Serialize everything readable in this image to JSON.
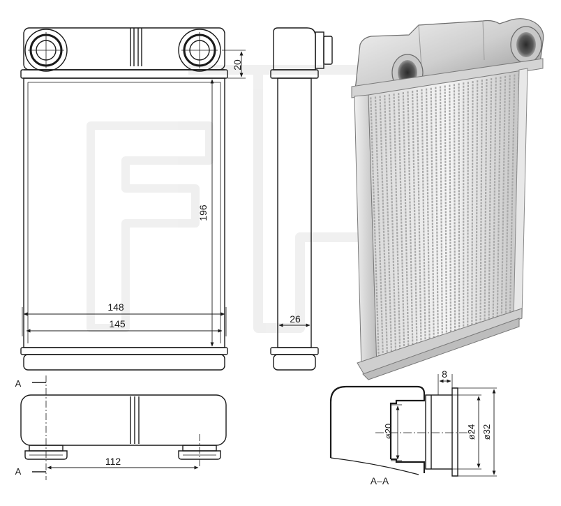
{
  "dimensions": {
    "height_20": "20",
    "height_196": "196",
    "width_148": "148",
    "width_145": "145",
    "depth_26": "26",
    "pipe_spacing_112": "112",
    "collar_8": "8",
    "dia_20": "ø20",
    "dia_24": "ø24",
    "dia_32": "ø32"
  },
  "section": {
    "marker": "A",
    "label": "A–A"
  },
  "watermark": {
    "glyph": "FP",
    "color": "#eeeeee"
  },
  "colors": {
    "line": "#1a1a1a",
    "metal_light": "#e6e6e6",
    "metal_dark": "#8c8c8c",
    "fin": "#b5b5b5"
  },
  "icons": {
    "radiator_photo": "heater-core-radiator-image"
  }
}
